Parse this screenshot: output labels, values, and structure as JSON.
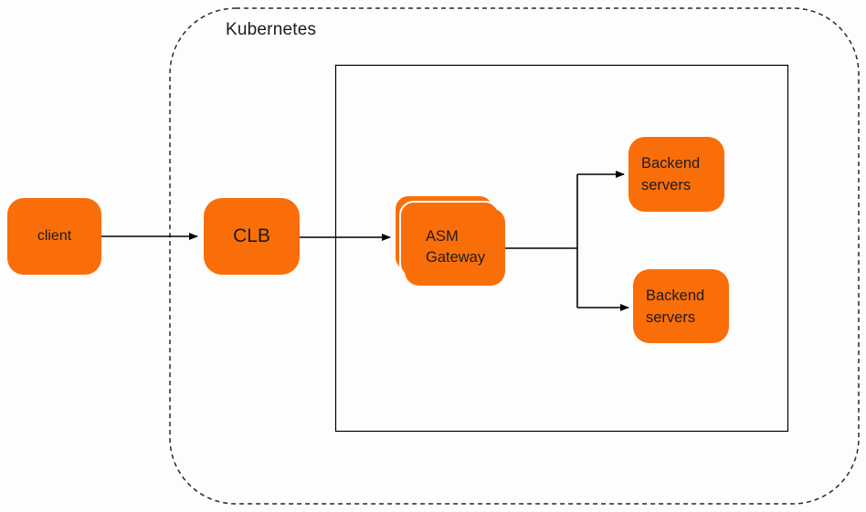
{
  "diagram": {
    "type": "architecture-flow",
    "containers": {
      "kubernetes": {
        "label": "Kubernetes"
      },
      "cluster_box": {
        "label": ""
      }
    },
    "nodes": {
      "client": {
        "label": "client"
      },
      "clb": {
        "label": "CLB"
      },
      "asm_gateway": {
        "label": "ASM Gateway",
        "stacked": true,
        "stack_count": 3
      },
      "backend_top": {
        "label": "Backend servers"
      },
      "backend_bottom": {
        "label": "Backend servers"
      }
    },
    "edges": [
      {
        "from": "client",
        "to": "clb",
        "arrow": true
      },
      {
        "from": "clb",
        "to": "asm_gateway",
        "arrow": true
      },
      {
        "from": "asm_gateway",
        "to": "backend_top",
        "arrow": true
      },
      {
        "from": "asm_gateway",
        "to": "backend_bottom",
        "arrow": true
      }
    ],
    "colors": {
      "node_fill": "#FA6E0A",
      "node_text": "#1c1c1c",
      "line": "#000000",
      "boundary": "#2a2a2a",
      "canvas_bg": "#fdfdfd"
    }
  }
}
